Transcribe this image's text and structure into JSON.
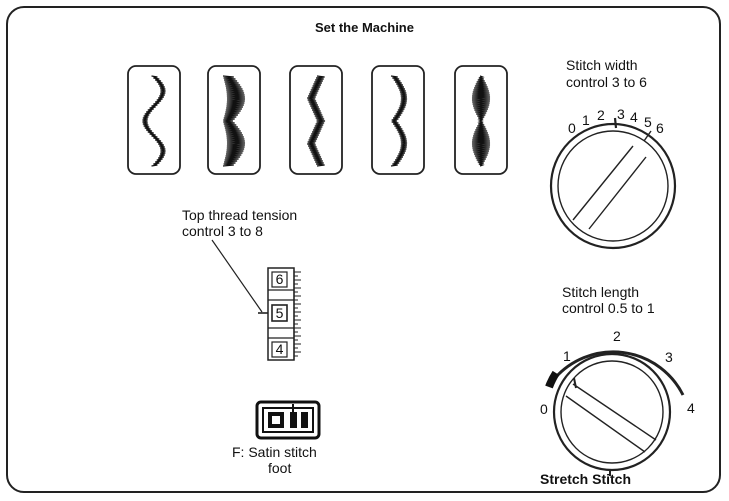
{
  "title": "Set the Machine",
  "pattern_icons": [
    "zigzag-wave-pattern-icon",
    "satin-scallop-pattern-icon",
    "satin-zigzag-pattern-icon",
    "scallop-edge-pattern-icon",
    "satin-diamond-pattern-icon"
  ],
  "tension": {
    "label_line1": "Top thread tension",
    "label_line2": "control 3 to 8",
    "numbers": [
      "6",
      "5",
      "4"
    ]
  },
  "width_dial": {
    "label_line1": "Stitch width",
    "label_line2": "control 3 to 6",
    "numbers": [
      "0",
      "1",
      "2",
      "3",
      "4",
      "5",
      "6"
    ]
  },
  "length_dial": {
    "label_line1": "Stitch length",
    "label_line2": "control 0.5 to 1",
    "numbers": [
      "0",
      "1",
      "2",
      "3",
      "4"
    ],
    "bottom_label": "Stretch Stitch"
  },
  "foot": {
    "label_line1": "F:  Satin stitch",
    "label_line2": "foot"
  }
}
